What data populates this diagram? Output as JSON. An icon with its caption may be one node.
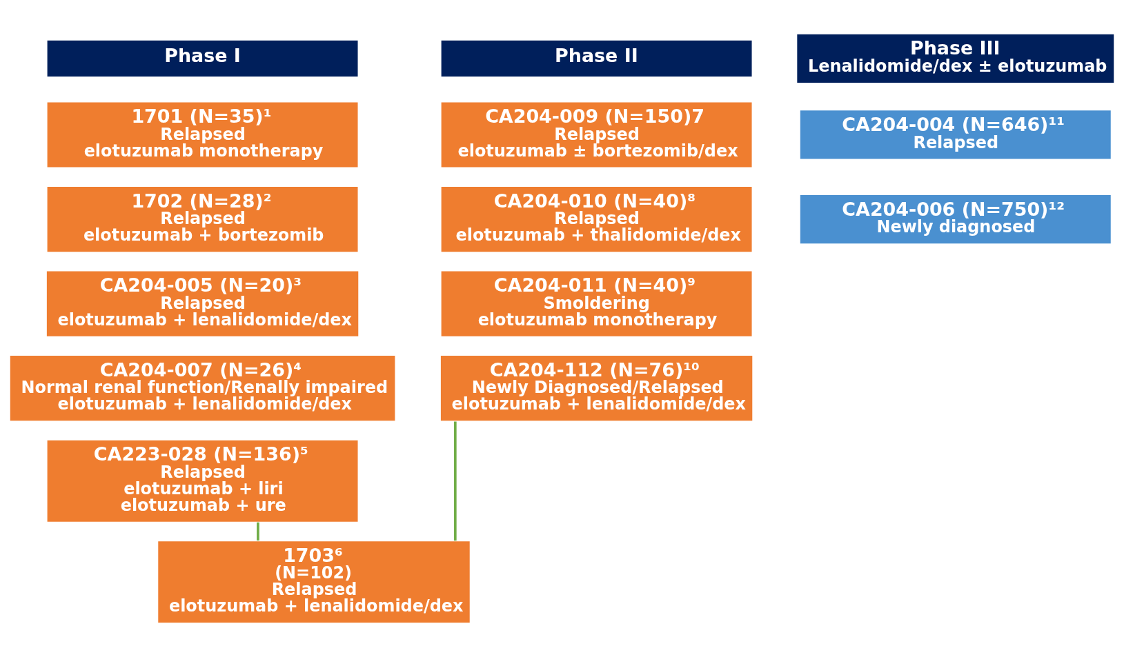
{
  "diagram": {
    "nodes": [
      {
        "text": [
          "Phase I"
        ]
      },
      {
        "text": [
          "1701 (N=35)¹",
          "Relapsed",
          "elotuzumab monotherapy"
        ]
      },
      {
        "text": [
          "1702 (N=28)²",
          "Relapsed",
          "elotuzumab + bortezomib"
        ]
      },
      {
        "text": [
          "CA204-005 (N=20)³",
          "Relapsed",
          "elotuzumab + lenalidomide/dex"
        ]
      },
      {
        "text": [
          "CA204-007 (N=26)⁴",
          "Normal renal function/Renally impaired",
          "elotuzumab + lenalidomide/dex"
        ]
      },
      {
        "text": [
          "CA223-028 (N=136)⁵",
          "Relapsed",
          "elotuzumab + liri",
          "elotuzumab + ure"
        ]
      },
      {
        "text": [
          "Phase II"
        ]
      },
      {
        "text": [
          "CA204-009 (N=150)7",
          "Relapsed",
          "elotuzumab ± bortezomib/dex"
        ]
      },
      {
        "text": [
          "CA204-010 (N=40)⁸",
          "Relapsed",
          "elotuzumab + thalidomide/dex"
        ]
      },
      {
        "text": [
          "CA204-011 (N=40)⁹",
          "Smoldering",
          "elotuzumab monotherapy"
        ]
      },
      {
        "text": [
          "CA204-112 (N=76)¹⁰",
          "Newly Diagnosed/Relapsed",
          "elotuzumab + lenalidomide/dex"
        ]
      },
      {
        "text": [
          "Phase III",
          "Lenalidomide/dex ± elotuzumab"
        ]
      },
      {
        "text": [
          "CA204-004 (N=646)¹¹",
          "Relapsed"
        ]
      },
      {
        "text": [
          "CA204-006 (N=750)¹²",
          "Newly diagnosed"
        ]
      },
      {
        "text": [
          "1703⁶",
          "(N=102)",
          "Relapsed",
          "elotuzumab + lenalidomide/dex"
        ]
      }
    ],
    "edges": [
      {
        "from": 5,
        "to": 14,
        "arrow": "none"
      },
      {
        "from": 10,
        "to": 14,
        "arrow": "none"
      }
    ]
  }
}
